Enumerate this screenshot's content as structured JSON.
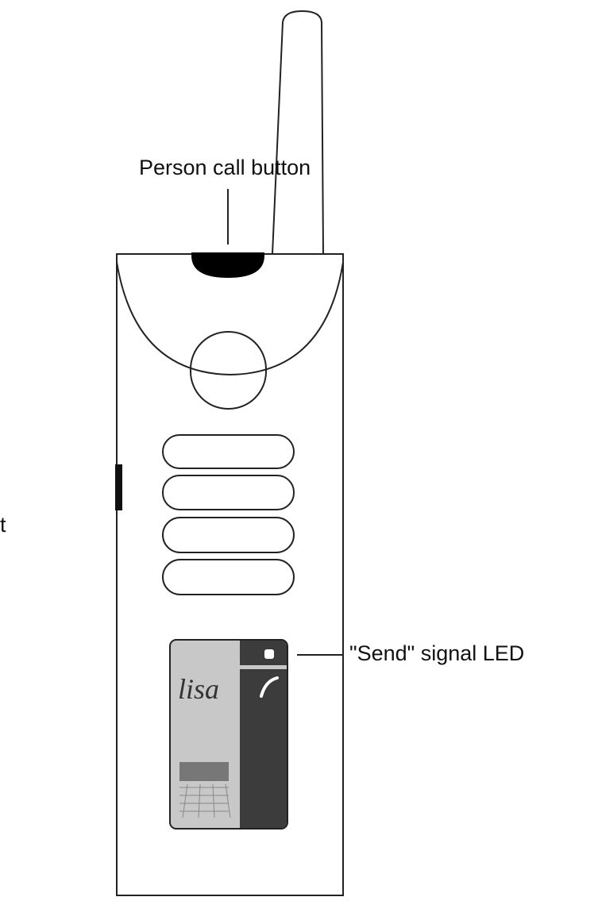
{
  "labels": {
    "person_call_button": "Person call button",
    "send_signal_led": "\"Send\" signal LED",
    "left_cut_label": "t"
  },
  "logo_text": "lisa",
  "colors": {
    "outline": "#222222",
    "button": "#000000",
    "panel_light": "#c8c8c8",
    "panel_dark": "#3c3c3c"
  }
}
